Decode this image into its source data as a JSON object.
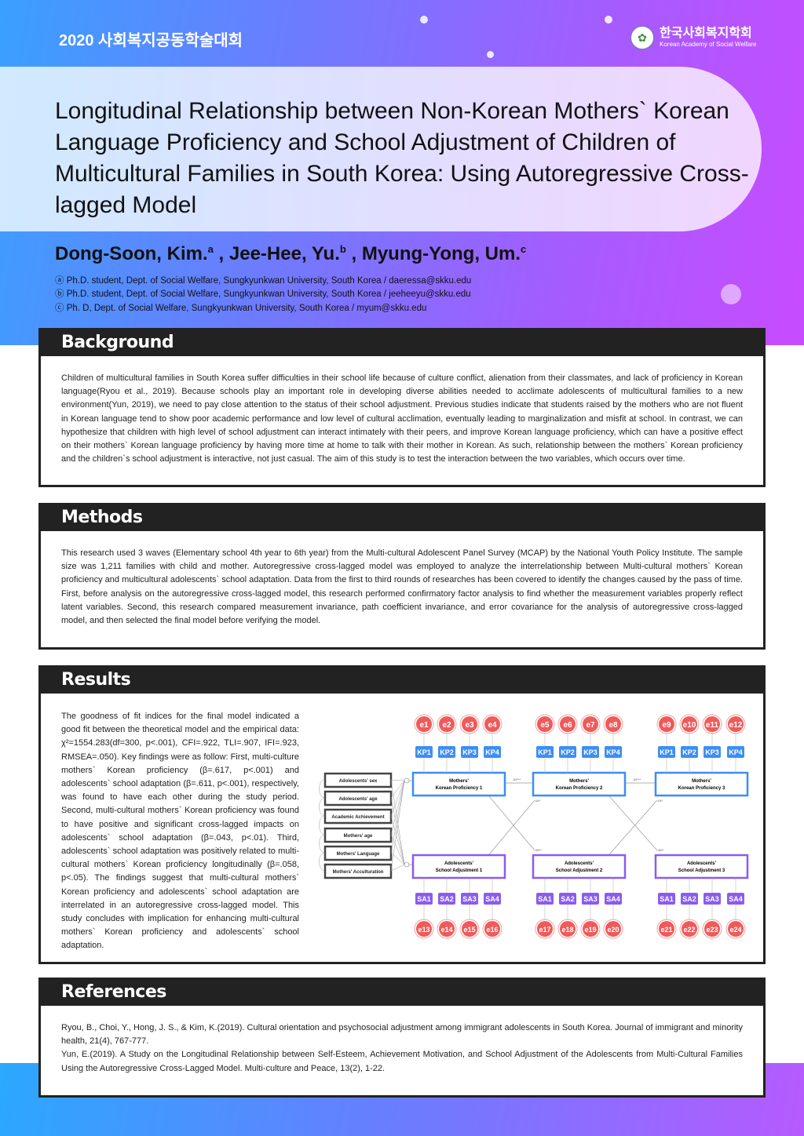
{
  "header": {
    "conference": "2020 사회복지공동학술대회",
    "logo_kr": "한국사회복지학회",
    "logo_en": "Korean Academy of Social Welfare"
  },
  "title": "Longitudinal Relationship between Non-Korean Mothers` Korean Language Proficiency and School Adjustment of Children of Multicultural Families in South Korea: Using Autoregressive Cross-lagged Model",
  "authors": [
    {
      "name": "Dong-Soon, Kim.",
      "sup": "a"
    },
    {
      "name": ", Jee-Hee, Yu.",
      "sup": "b"
    },
    {
      "name": ", Myung-Yong, Um.",
      "sup": "c"
    }
  ],
  "affiliations": [
    "ⓐ Ph.D. student, Dept. of Social Welfare, Sungkyunkwan University, South Korea / daeressa@skku.edu",
    "ⓑ Ph.D. student, Dept. of Social Welfare, Sungkyunkwan University, South Korea / jeeheeyu@skku.edu",
    "ⓒ Ph. D, Dept. of Social Welfare, Sungkyunkwan University, South Korea / myum@skku.edu"
  ],
  "background": {
    "heading": "Background",
    "text": "Children of multicultural families in South Korea suffer difficulties in their school life because of culture conflict, alienation from their classmates, and lack of proficiency in Korean language(Ryou et al., 2019). Because schools play an important role in developing diverse abilities needed to acclimate adolescents of multicultural families to a new environment(Yun, 2019), we need to pay close attention to the status of their school adjustment. Previous studies indicate that students raised by the mothers who are not fluent in Korean language tend to show poor academic performance and low level of cultural acclimation, eventually leading to marginalization and misfit at school. In contrast, we can hypothesize that children with high level of school adjustment can interact intimately with their peers, and improve Korean language proficiency, which can have a positive effect on their mothers` Korean language proficiency by having more time at home to talk with their mother in Korean. As such, relationship between the mothers` Korean proficiency and the children`s school adjustment is interactive, not just casual. The aim of this study is to test the interaction between the two variables, which occurs over time."
  },
  "methods": {
    "heading": "Methods",
    "text": "This research used 3 waves (Elementary school 4th year to 6th year) from the Multi-cultural Adolescent Panel Survey (MCAP) by the National Youth Policy Institute. The sample size was 1,211 families with child and mother. Autoregressive cross-lagged model was employed to analyze the interrelationship between Multi-cultural mothers` Korean proficiency and multicultural adolescents` school adaptation. Data from the first to third rounds of researches has been covered to identify the changes caused by the pass of time. First, before analysis on the autoregressive cross-lagged model, this research performed confirmatory factor analysis to find whether the measurement variables properly reflect latent variables. Second, this research compared measurement invariance, path coefficient invariance, and error covariance for the analysis of autoregressive cross-lagged model, and then selected the final model before verifying the model."
  },
  "results": {
    "heading": "Results",
    "text": "The goodness of fit indices for the final model indicated a good fit between the theoretical model and the empirical data: χ²=1554.283(df=300, p<.001), CFI=.922, TLI=.907, IFI=.923, RMSEA=.050). Key findings were as follow: First, multi-culture mothers` Korean proficiency (β=.617, p<.001) and adolescents` school adaptation (β=.611, p<.001), respectively, was found to have each other during the study period. Second, multi-cultural mothers` Korean proficiency was found to have positive and significant cross-lagged impacts on adolescents` school adaptation (β=.043, p<.01). Third, adolescents` school adaptation was positively related to multi-cultural mothers` Korean proficiency longitudinally (β=.058, p<.05). The findings suggest that multi-cultural mothers` Korean proficiency and adolescents` school adaptation are interrelated in an autoregressive cross-lagged model. This study concludes with implication for enhancing multi-cultural mothers` Korean proficiency and adolescents` school adaptation."
  },
  "diagram": {
    "covariates": [
      "Adolescents' sex",
      "Adolescents' age",
      "Academic Achievement",
      "Mothers' age",
      "Mothers' Language",
      "Mothers' Acculturation"
    ],
    "mkp": [
      [
        "Mothers'",
        "Korean Proficiency 1"
      ],
      [
        "Mothers'",
        "Korean Proficiency 2"
      ],
      [
        "Mothers'",
        "Korean Proficiency 3"
      ]
    ],
    "sa": [
      [
        "Adolescents'",
        "School Adjustment 1"
      ],
      [
        "Adolescents'",
        "School Adjustment 2"
      ],
      [
        "Adolescents'",
        "School Adjustment 3"
      ]
    ],
    "kp_items": [
      "KP1",
      "KP2",
      "KP3",
      "KP4"
    ],
    "sa_items": [
      "SA1",
      "SA2",
      "SA3",
      "SA4"
    ],
    "errors_top": [
      "e1",
      "e2",
      "e3",
      "e4",
      "e5",
      "e6",
      "e7",
      "e8",
      "e9",
      "e10",
      "e11",
      "e12"
    ],
    "errors_bottom": [
      "e13",
      "e14",
      "e15",
      "e16",
      "e17",
      "e18",
      "e19",
      "e20",
      "e21",
      "e22",
      "e23",
      "e24"
    ],
    "paths": {
      "autoregressive": ".62***",
      "sa_to_mkp": ".04*",
      "mkp_to_sa": ".06**"
    },
    "colors": {
      "kp": "#3d8ef5",
      "sa": "#8a5cf0",
      "error": "#ef5a5a",
      "box": "#444444"
    }
  },
  "references": {
    "heading": "References",
    "items": [
      "Ryou, B., Choi, Y., Hong, J. S., & Kim, K.(2019). Cultural orientation and psychosocial adjustment among immigrant adolescents in South Korea. Journal of immigrant and minority health, 21(4), 767-777.",
      "Yun, E.(2019). A Study on the Longitudinal Relationship between Self-Esteem, Achievement Motivation, and School Adjustment of the Adolescents from Multi-Cultural Families Using the Autoregressive Cross-Lagged Model. Multi-culture and Peace, 13(2), 1-22."
    ]
  }
}
